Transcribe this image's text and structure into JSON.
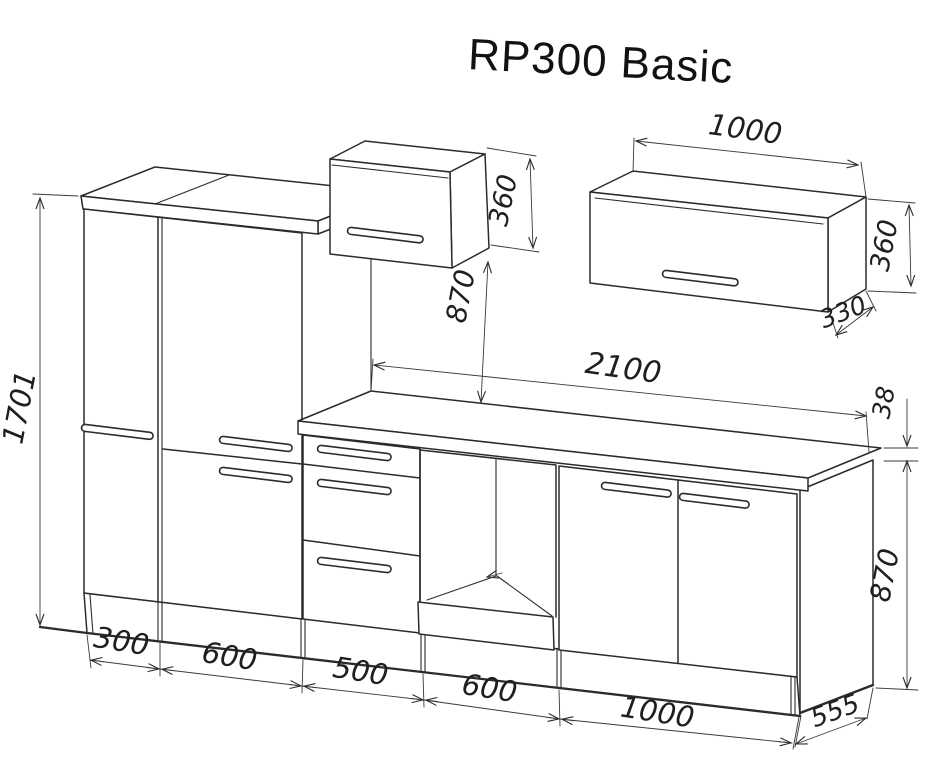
{
  "title": "RP300 Basic",
  "dimensions": {
    "height_total": "1701",
    "bottom_chain": [
      "300",
      "600",
      "500",
      "600",
      "1000"
    ],
    "depth_base": "555",
    "worktop_length": "2100",
    "worktop_thickness": "38",
    "base_height": "870",
    "wall_clearance": "870",
    "wall_center_height": "360",
    "wall_right_height": "360",
    "wall_right_width": "1000",
    "wall_right_depth": "330"
  },
  "colors": {
    "ink": "#2b2b2b",
    "paper": "#ffffff",
    "dim_line": "#3a3a3a"
  }
}
